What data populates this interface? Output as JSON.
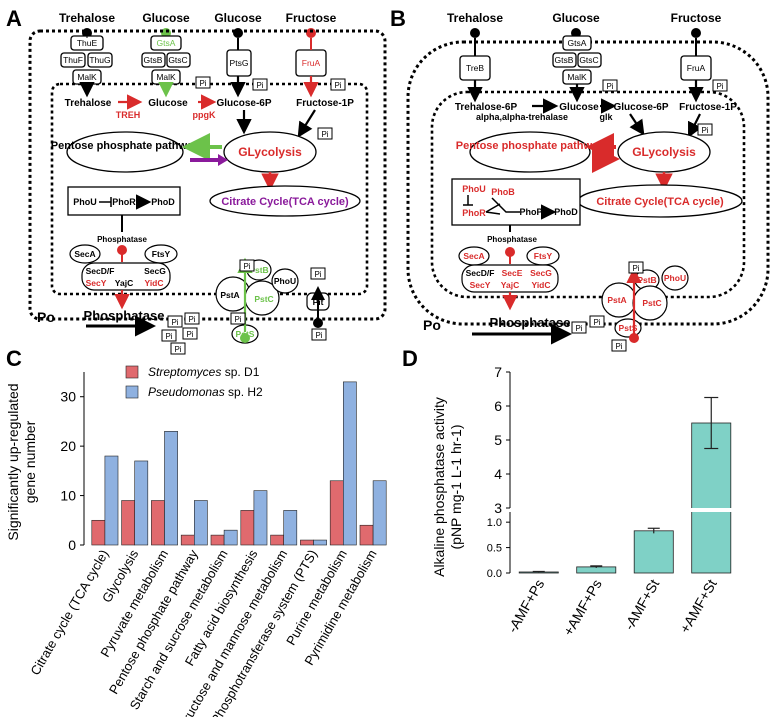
{
  "panel_labels": {
    "a": "A",
    "b": "B",
    "c": "C",
    "d": "D"
  },
  "colors": {
    "red": "#d92b2b",
    "green": "#6cc24a",
    "purple": "#8a1a9b",
    "streptomyces": "#e06a6e",
    "pseudomonas": "#8fb1e0",
    "panel_d_bar": "#7fd1c6"
  },
  "panel_a": {
    "sources": [
      "Trehalose",
      "Glucose",
      "Glucose",
      "Fructose"
    ],
    "transporters": [
      "ThuE",
      "ThuF",
      "ThuG",
      "MalK",
      "GtsA",
      "GtsB",
      "GtsC",
      "MalK",
      "PtsG",
      "FruA"
    ],
    "metabolites": [
      "Trehalose",
      "Glucose",
      "Glucose-6P",
      "Fructose-1P"
    ],
    "enzymes": [
      "TREH",
      "ppgK"
    ],
    "pentose": "Pentose phosphate pathway",
    "glycolysis": "GLycolysis",
    "tca": "Citrate Cycle(TCA cycle)",
    "pho": [
      "PhoU",
      "PhoR",
      "PhoD"
    ],
    "phosphatase_small": "Phosphatase",
    "secretion": [
      "SecA",
      "FtsY",
      "SecD/F",
      "SecG",
      "SecY",
      "YajC",
      "YidC"
    ],
    "pst": [
      "PstA",
      "PstB",
      "PstC",
      "PstS",
      "PhoU",
      "Pit"
    ],
    "po": "Po",
    "phosphatase": "Phosphatase",
    "pi": "Pi"
  },
  "panel_b": {
    "sources": [
      "Trehalose",
      "Glucose",
      "Fructose"
    ],
    "transporters": [
      "TreB",
      "GtsA",
      "GtsB",
      "GtsC",
      "MalK",
      "FruA"
    ],
    "metabolites": [
      "Trehalose-6P",
      "Glucose",
      "Glucose-6P",
      "Fructose-1P"
    ],
    "enzymes": [
      "alpha,alpha-trehalase",
      "glk"
    ],
    "pentose": "Pentose phosphate pathway",
    "glycolysis": "GLycolysis",
    "tca": "Citrate Cycle(TCA cycle)",
    "pho": [
      "PhoU",
      "PhoB",
      "PhoR",
      "PhoP",
      "PhoD"
    ],
    "phosphatase_small": "Phosphatase",
    "secretion": [
      "SecA",
      "FtsY",
      "SecD/F",
      "SecE",
      "SecG",
      "SecY",
      "YajC",
      "YidC"
    ],
    "pst": [
      "PstA",
      "PstB",
      "PstC",
      "PstS",
      "PhoU"
    ],
    "po": "Po",
    "phosphatase": "Phosphatase",
    "pi": "Pi"
  },
  "chart_data": [
    {
      "type": "bar",
      "panel": "C",
      "ylabel": "Significantly up-regulated gene number",
      "ylim": [
        0,
        35
      ],
      "yticks": [
        0,
        10,
        20,
        30
      ],
      "categories": [
        "Citrate cycle (TCA cycle)",
        "Glycolysis",
        "Pyruvate metabolism",
        "Pentose phosphate pathway",
        "Starch and sucrose metabolism",
        "Fatty acid biosynthesis",
        "Fructose and mannose metabolism",
        "Phosphotransferase system (PTS)",
        "Purine metabolism",
        "Pyrimidine metabolism"
      ],
      "series": [
        {
          "name": "Streptomyces sp. D1",
          "values": [
            5,
            9,
            9,
            2,
            2,
            7,
            2,
            1,
            13,
            4
          ]
        },
        {
          "name": "Pseudomonas sp. H2",
          "values": [
            18,
            17,
            23,
            9,
            3,
            11,
            7,
            1,
            33,
            13
          ]
        }
      ],
      "legend": "top"
    },
    {
      "type": "bar",
      "panel": "D",
      "ylabel": "Alkaline phosphatase activity",
      "ylabel2": "(pNP mg-1 L-1 hr-1)",
      "categories": [
        "-AMF+Ps",
        "+AMF+Ps",
        "-AMF+St",
        "+AMF+St"
      ],
      "values": [
        0.02,
        0.12,
        0.83,
        5.5
      ],
      "errors": [
        0.01,
        0.02,
        0.05,
        0.75
      ],
      "broken_axis": true,
      "ylim_lower": [
        0,
        1.2
      ],
      "ylim_upper": [
        3,
        7
      ],
      "yticks_lower": [
        "0.0",
        "0.5",
        "1.0"
      ],
      "yticks_upper": [
        "3",
        "4",
        "5",
        "6",
        "7"
      ]
    }
  ]
}
